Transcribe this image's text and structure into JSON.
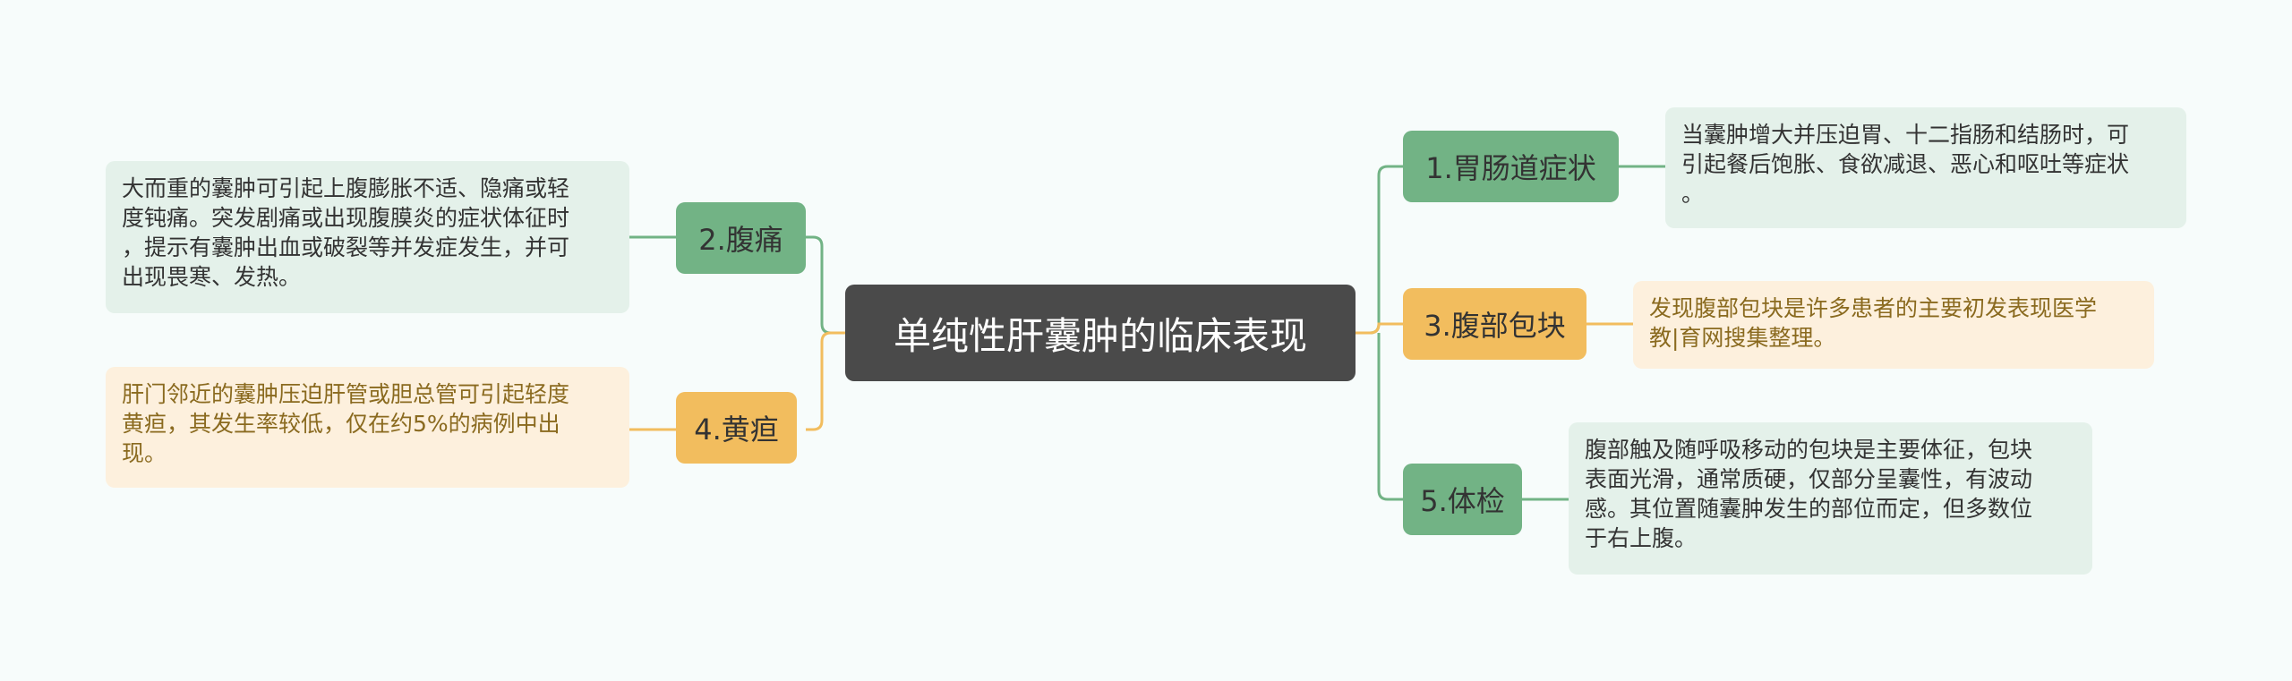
{
  "colors": {
    "background": "#f7fcfb",
    "root": "#4a4a4a",
    "branch_green": "#72b385",
    "branch_orange": "#f2bd5e",
    "leaf_green": "#e4f1ea",
    "leaf_orange": "#fdf0dd",
    "line_green": "#72b385",
    "line_orange": "#f2bd5e"
  },
  "mindmap": {
    "root": "单纯性肝囊肿的临床表现",
    "branches": {
      "b1": {
        "label": "1.胃肠道症状",
        "detail": "当囊肿增大并压迫胃、十二指肠和结肠时，可\n引起餐后饱胀、食欲减退、恶心和呕吐等症状\n。"
      },
      "b2": {
        "label": "2.腹痛",
        "detail": "大而重的囊肿可引起上腹膨胀不适、隐痛或轻\n度钝痛。突发剧痛或出现腹膜炎的症状体征时\n，提示有囊肿出血或破裂等并发症发生，并可\n出现畏寒、发热。"
      },
      "b3": {
        "label": "3.腹部包块",
        "detail": "发现腹部包块是许多患者的主要初发表现医学\n教|育网搜集整理。"
      },
      "b4": {
        "label": "4.黄疸",
        "detail": "肝门邻近的囊肿压迫肝管或胆总管可引起轻度\n黄疸，其发生率较低，仅在约5%的病例中出\n现。"
      },
      "b5": {
        "label": "5.体检",
        "detail": "腹部触及随呼吸移动的包块是主要体征，包块\n表面光滑，通常质硬，仅部分呈囊性，有波动\n感。其位置随囊肿发生的部位而定，但多数位\n于右上腹。"
      }
    }
  }
}
